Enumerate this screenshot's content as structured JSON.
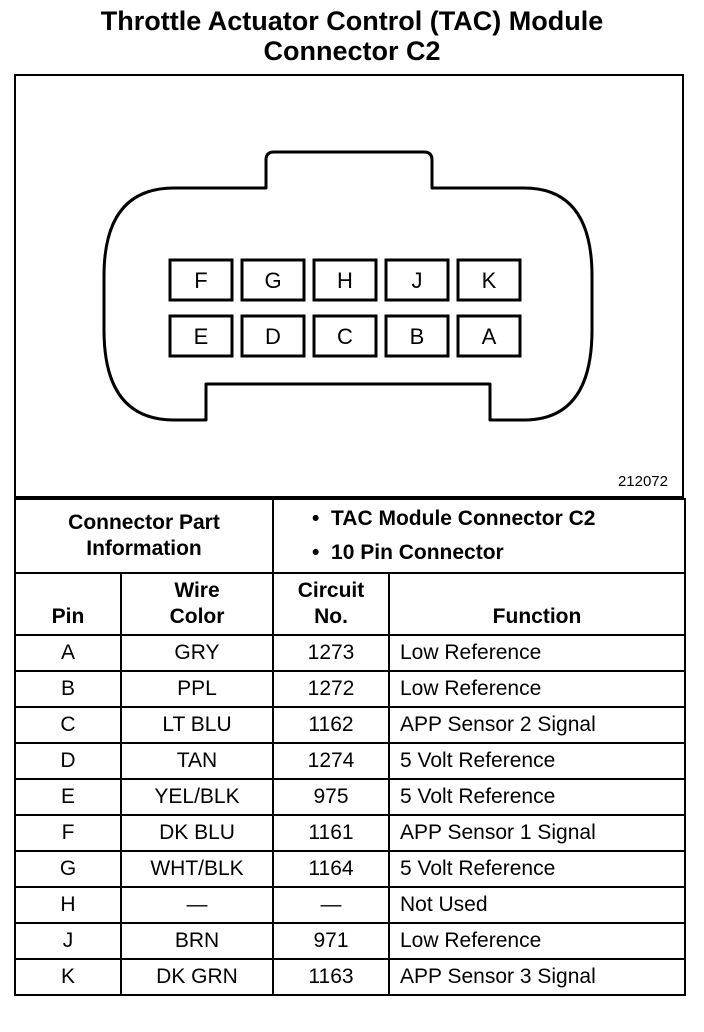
{
  "title": {
    "line1": "Throttle Actuator Control (TAC) Module",
    "line2": "Connector C2"
  },
  "figure_id": "212072",
  "connector": {
    "top_row": [
      "F",
      "G",
      "H",
      "J",
      "K"
    ],
    "bottom_row": [
      "E",
      "D",
      "C",
      "B",
      "A"
    ]
  },
  "part_info": {
    "label_line1": "Connector Part",
    "label_line2": "Information",
    "items": [
      "TAC Module Connector C2",
      "10 Pin Connector"
    ]
  },
  "table": {
    "headers": {
      "pin": "Pin",
      "wire_color_line1": "Wire",
      "wire_color_line2": "Color",
      "circuit_line1": "Circuit",
      "circuit_line2": "No.",
      "function": "Function"
    },
    "rows": [
      {
        "pin": "A",
        "color": "GRY",
        "circuit": "1273",
        "function": "Low Reference"
      },
      {
        "pin": "B",
        "color": "PPL",
        "circuit": "1272",
        "function": "Low Reference"
      },
      {
        "pin": "C",
        "color": "LT BLU",
        "circuit": "1162",
        "function": "APP Sensor 2 Signal"
      },
      {
        "pin": "D",
        "color": "TAN",
        "circuit": "1274",
        "function": "5 Volt Reference"
      },
      {
        "pin": "E",
        "color": "YEL/BLK",
        "circuit": "975",
        "function": "5 Volt Reference"
      },
      {
        "pin": "F",
        "color": "DK BLU",
        "circuit": "1161",
        "function": "APP Sensor 1 Signal"
      },
      {
        "pin": "G",
        "color": "WHT/BLK",
        "circuit": "1164",
        "function": "5 Volt Reference"
      },
      {
        "pin": "H",
        "color": "—",
        "circuit": "—",
        "function": "Not Used"
      },
      {
        "pin": "J",
        "color": "BRN",
        "circuit": "971",
        "function": "Low Reference"
      },
      {
        "pin": "K",
        "color": "DK GRN",
        "circuit": "1163",
        "function": "APP Sensor 3 Signal"
      }
    ]
  }
}
